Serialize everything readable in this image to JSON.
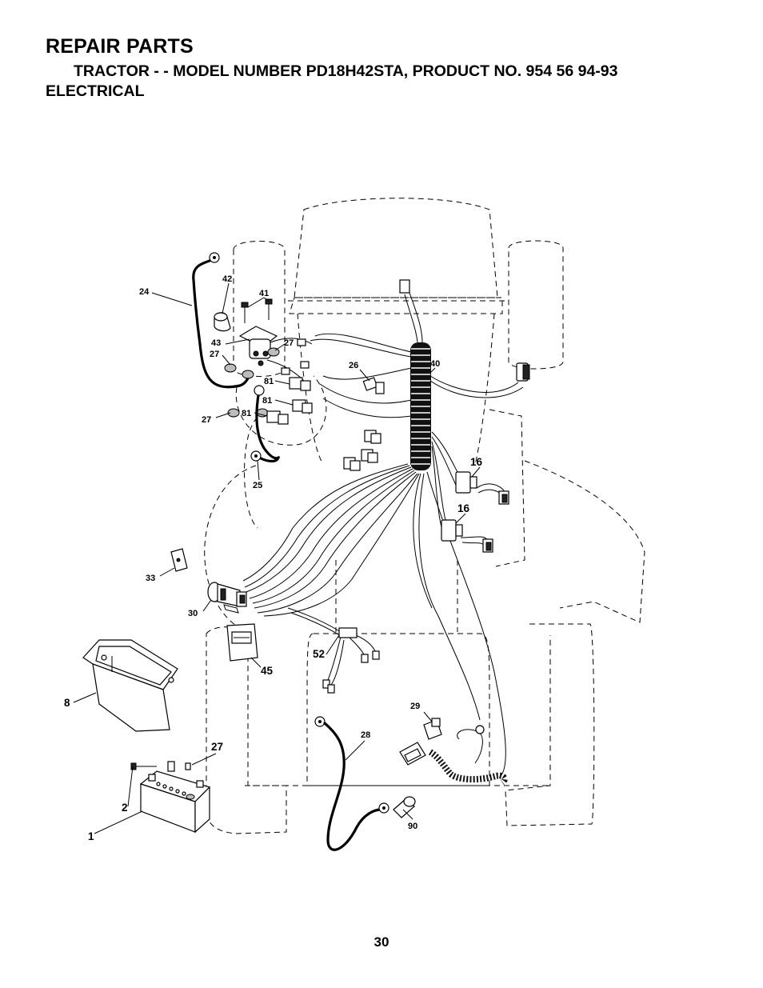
{
  "header": {
    "title": "REPAIR PARTS",
    "subtitle": "TRACTOR - - MODEL NUMBER PD18H42STA, PRODUCT NO. 954 56 94-93",
    "section": "ELECTRICAL"
  },
  "page_number": "30",
  "callouts": {
    "c24": "24",
    "c42": "42",
    "c41": "41",
    "c43": "43",
    "c27a": "27",
    "c27b": "27",
    "c27c": "27",
    "c27d": "27",
    "c81a": "81",
    "c81b": "81",
    "c81c": "81",
    "c26": "26",
    "c40": "40",
    "c16a": "16",
    "c16b": "16",
    "c25": "25",
    "c33": "33",
    "c30": "30",
    "c45": "45",
    "c52": "52",
    "c8": "8",
    "c29": "29",
    "c28": "28",
    "c2": "2",
    "c1": "1",
    "c90": "90"
  }
}
